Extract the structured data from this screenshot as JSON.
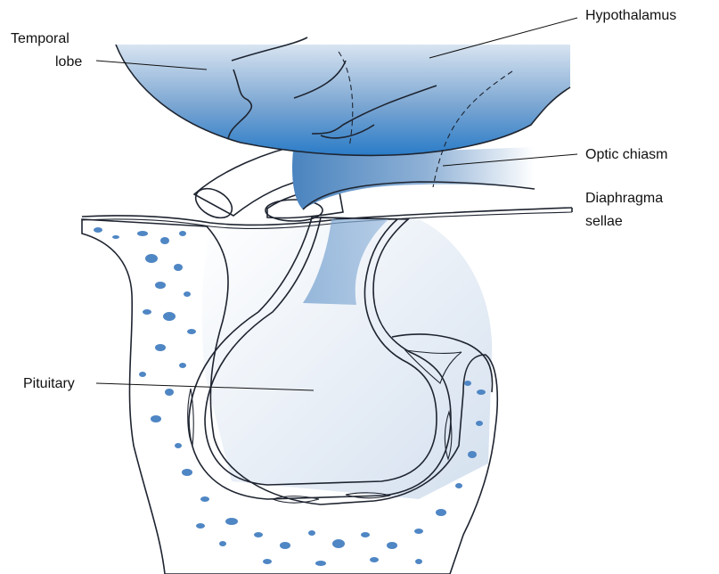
{
  "labels": {
    "hypothalamus": "Hypothalamus",
    "temporal_lobe": [
      "Temporal",
      "lobe"
    ],
    "optic_chiasm": "Optic chiasm",
    "diaphragma_sellae": [
      "Diaphragma",
      "sellae"
    ],
    "pituitary": "Pituitary"
  },
  "colors": {
    "brain_light": "#c9d8ea",
    "brain_dark": "#2f7dc6",
    "nerve": "#6b98c8",
    "gland": "#7ea6d2",
    "bone": "#dde7f3",
    "bone_pore": "#4f86c4",
    "outline": "#1e2430"
  }
}
